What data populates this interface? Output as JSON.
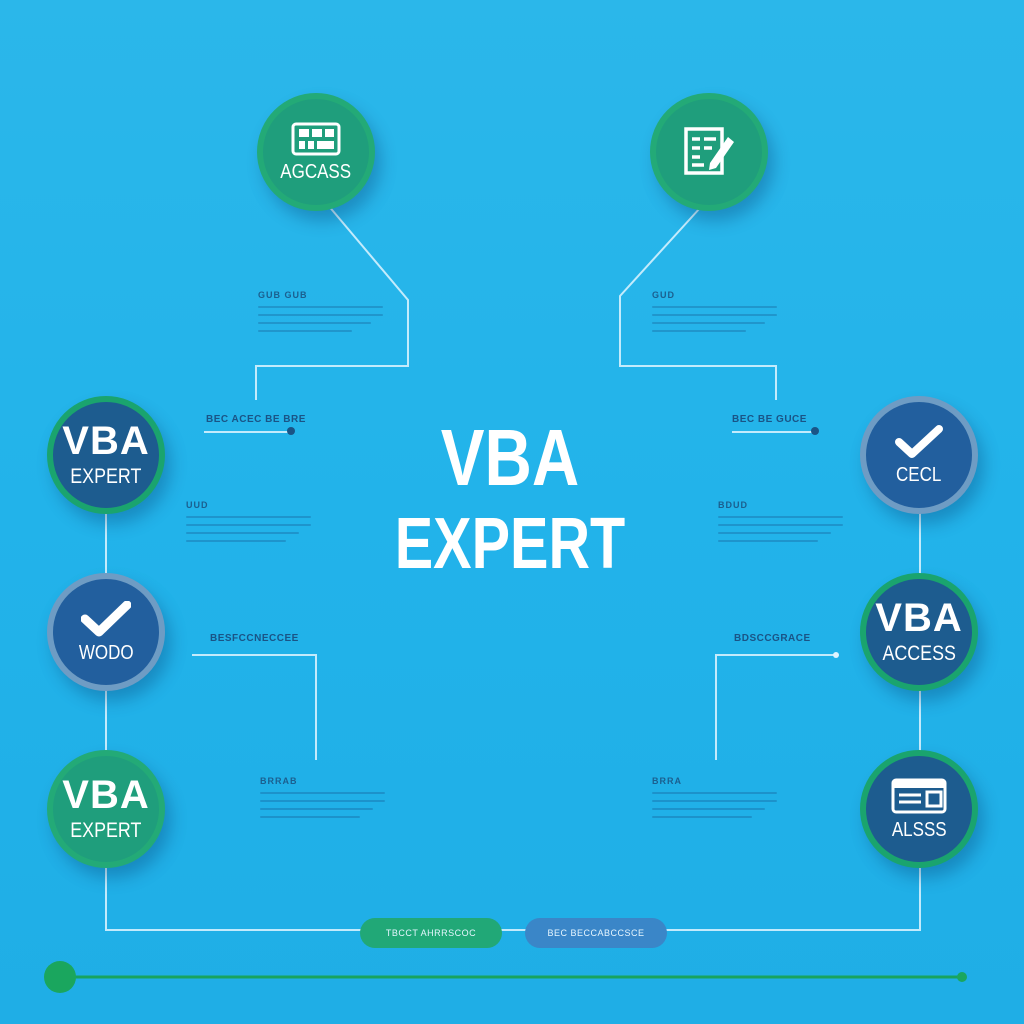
{
  "title": {
    "line1": "VBA",
    "line2": "EXPERT"
  },
  "nodes": {
    "top_left": {
      "label": "AGCASS",
      "icon": "calculator-icon"
    },
    "top_right": {
      "icon": "document-edit-icon"
    },
    "left_1": {
      "line1": "VBA",
      "line2": "EXPERT"
    },
    "left_2": {
      "label": "WODO",
      "icon": "checkmark-icon"
    },
    "left_3": {
      "line1": "VBA",
      "line2": "EXPERT"
    },
    "right_1": {
      "label": "CECL",
      "icon": "checkmark-icon"
    },
    "right_2": {
      "line1": "VBA",
      "line2": "ACCESS"
    },
    "right_3": {
      "label": "ALSSS",
      "icon": "form-card-icon"
    }
  },
  "headings": {
    "top_left": "GUB  GUB",
    "top_right": "GUD",
    "mid_left": "UUD",
    "mid_right": "BDUD",
    "low_left": "BRRAB",
    "low_right": "BRRA"
  },
  "tags": {
    "left_1": "BEC ACEC BE BRE",
    "right_1": "BEC BE GUCE",
    "left_2": "BESFCCNECCEE",
    "right_2": "BDSCCGRACE"
  },
  "pills": {
    "green": "TBCCT AHRRSCOC",
    "blue": "BEC BECCABCCSCE"
  },
  "colors": {
    "background": "#22b3ea",
    "node_green": "#1f9e7c",
    "node_blue": "#225f9e",
    "wire": "#dff4ff",
    "timeline": "#17a35f"
  }
}
